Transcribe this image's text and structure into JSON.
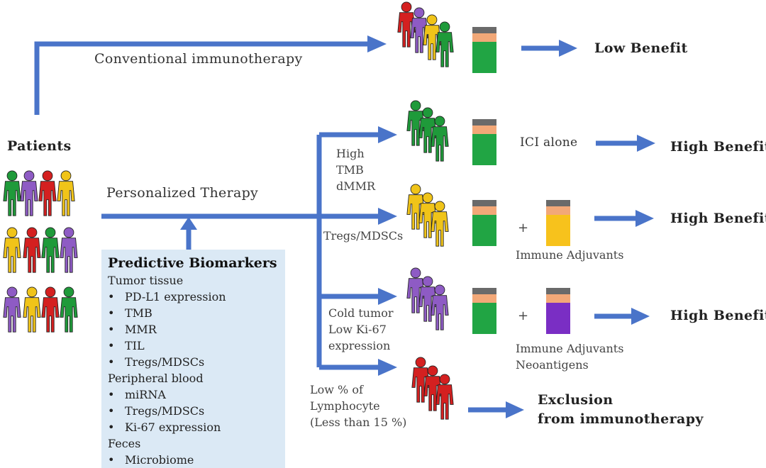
{
  "labels": {
    "patients": "Patients",
    "conventional": "Conventional immunotherapy",
    "personalized": "Personalized Therapy",
    "low_benefit": "Low Benefit",
    "ici_alone": "ICI alone",
    "high_benefit_1": "High Benefit",
    "high_benefit_2": "High Benefit",
    "high_benefit_3": "High Benefit",
    "immune_adjuvants_1": "Immune Adjuvants",
    "immune_adjuvants_2": "Immune Adjuvants",
    "neoantigens": "Neoantigens",
    "exclusion_1": "Exclusion",
    "exclusion_2": "from immunotherapy",
    "plus_1": "+",
    "plus_2": "+"
  },
  "branches": {
    "b1": [
      "High",
      "TMB",
      "dMMR"
    ],
    "b2": [
      "Tregs/MDSCs"
    ],
    "b3": [
      "Cold tumor",
      "Low Ki-67",
      "expression"
    ],
    "b4": [
      "Low % of",
      "Lymphocyte",
      "(Less than 15 %)"
    ]
  },
  "biomarkers": {
    "title": "Predictive Biomarkers",
    "tumor_tissue": "Tumor tissue",
    "tumor_items": [
      "PD-L1 expression",
      "TMB",
      "MMR",
      "TIL",
      "Tregs/MDSCs"
    ],
    "peripheral_blood": "Peripheral blood",
    "blood_items": [
      "miRNA",
      "Tregs/MDSCs",
      "Ki-67 expression"
    ],
    "feces": "Feces",
    "feces_items": [
      "Microbiome"
    ],
    "bullet": "•"
  },
  "colors": {
    "arrow": "#4a74c9",
    "green": "#1f9a3a",
    "purple": "#8e5bc4",
    "red": "#d42020",
    "yellow": "#f0c419",
    "vial_cap": "#6a6a6a",
    "vial_top": "#f2a878",
    "vial_green": "#21a544",
    "vial_yellow": "#f7c21c",
    "vial_purple": "#7a2ec4",
    "box_bg": "#dbe9f5"
  }
}
